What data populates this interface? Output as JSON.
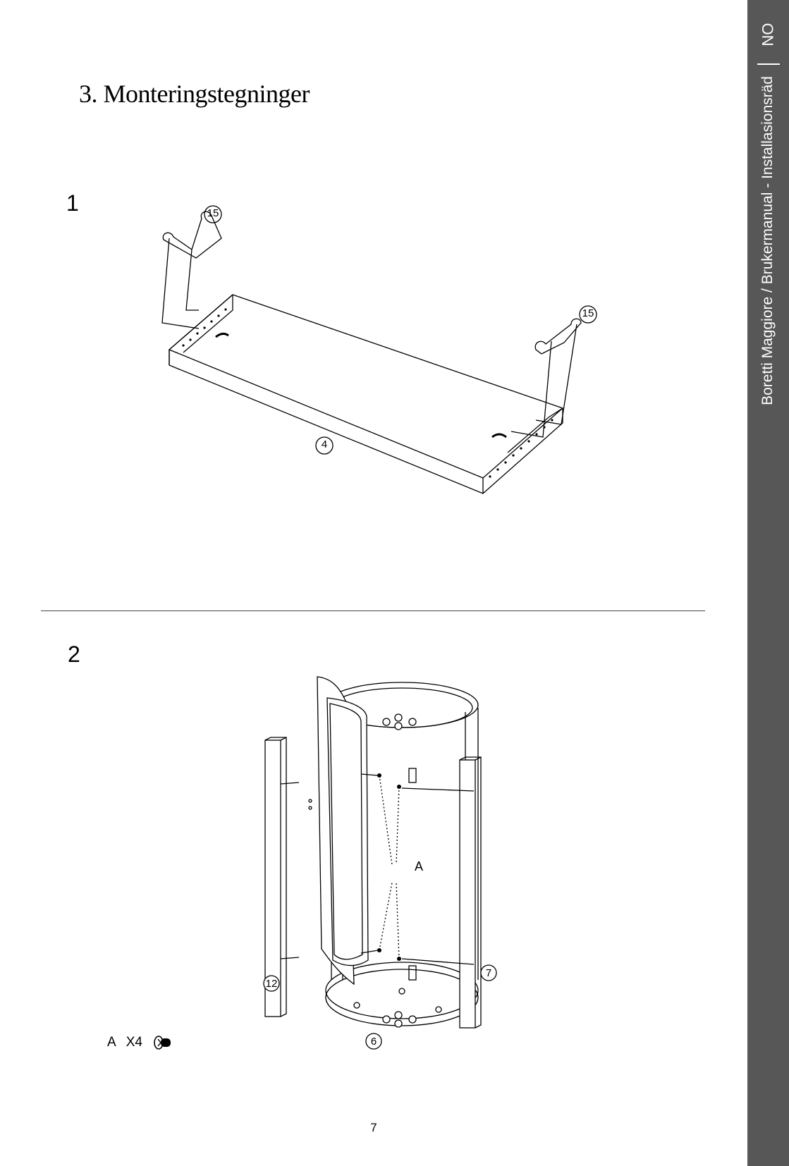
{
  "header": {
    "title": "3. Monteringstegninger"
  },
  "sidebar": {
    "language_code": "NO",
    "running_title": "Boretti Maggiore / Brukermanual - Installasionsräd",
    "background": "#575757"
  },
  "steps": [
    {
      "number": "1",
      "callouts": [
        "15",
        "15",
        "4"
      ]
    },
    {
      "number": "2",
      "callouts": [
        "A",
        "12",
        "7",
        "6"
      ]
    }
  ],
  "legend": {
    "part": "A",
    "quantity": "X4",
    "icon": "screw-icon"
  },
  "footer": {
    "page_number": "7"
  }
}
